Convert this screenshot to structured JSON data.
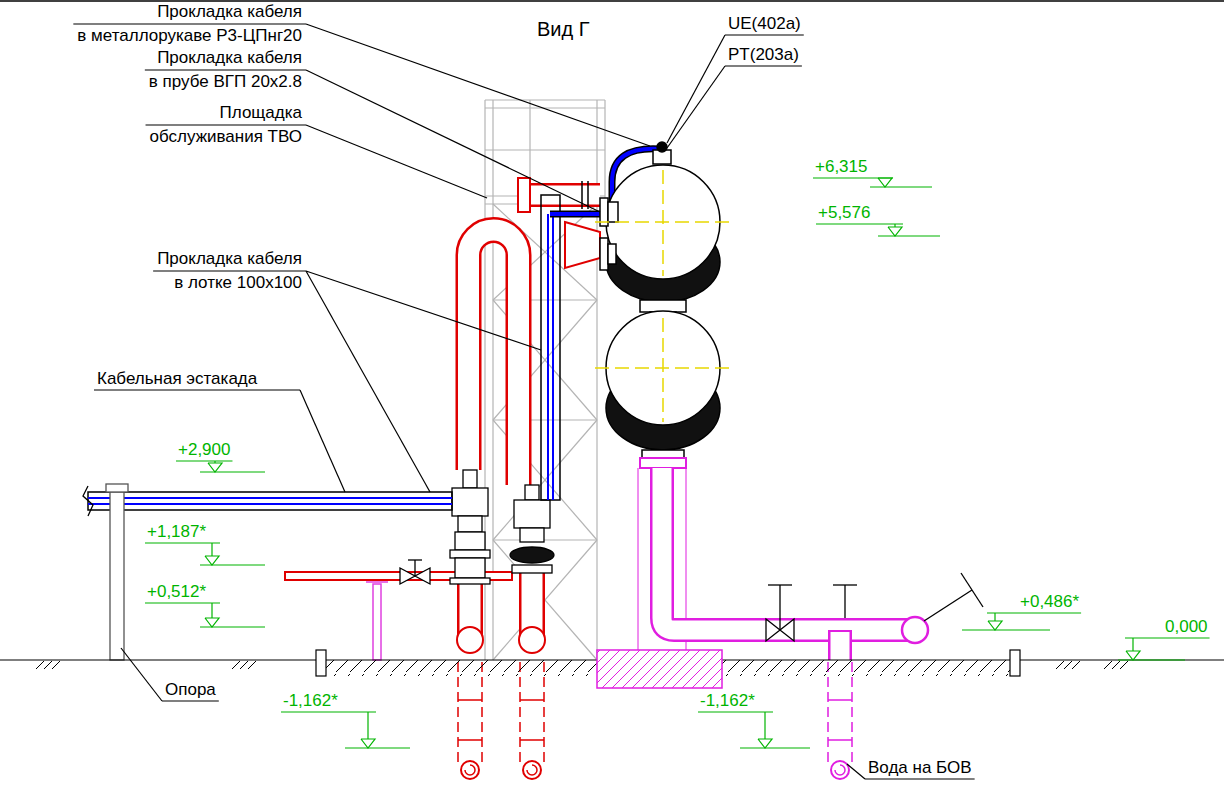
{
  "diagram": {
    "title": "Вид Г",
    "labels": [
      "Прокладка кабеля",
      "в металлорукаве Р3-ЦПнг20",
      "Прокладка кабеля",
      "в прубе ВГП 20х2.8",
      "Площадка",
      "обслуживания ТВО",
      "Прокладка кабеля",
      "в лотке 100х100",
      "Кабельная эстакада",
      "UE(402a)",
      "PT(203a)",
      "+6,315",
      "+5,576",
      "+2,900",
      "+1,187*",
      "+0,512*",
      "+0,486*",
      "0,000",
      "-1,162*",
      "-1,162*",
      "Опора",
      "Вода на БОВ"
    ]
  }
}
